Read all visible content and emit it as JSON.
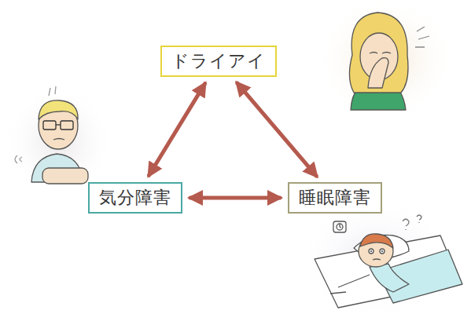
{
  "diagram": {
    "nodes": [
      {
        "text": [
          "ドライアイ"
        ]
      },
      {
        "text": [
          "気分障害"
        ]
      },
      {
        "text": [
          "睡眠障害"
        ]
      }
    ],
    "edges": [
      {
        "from": 0,
        "to": 1,
        "arrow": "both"
      },
      {
        "from": 0,
        "to": 2,
        "arrow": "both"
      },
      {
        "from": 1,
        "to": 2,
        "arrow": "both"
      }
    ]
  }
}
